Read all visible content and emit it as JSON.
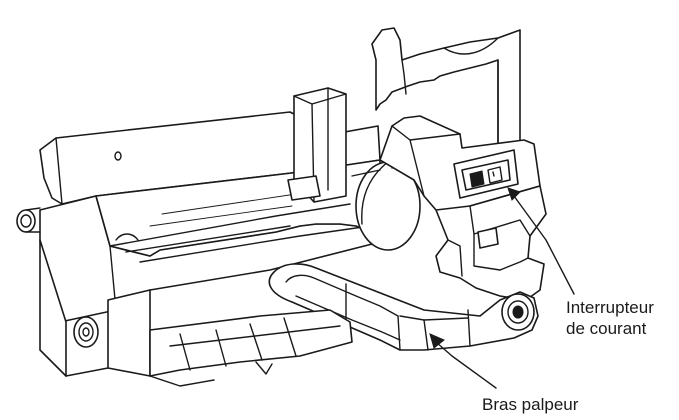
{
  "diagram": {
    "labels": {
      "power_switch": {
        "line1": "Interrupteur",
        "line2": "de courant"
      },
      "feeler_arm": "Bras palpeur"
    }
  }
}
